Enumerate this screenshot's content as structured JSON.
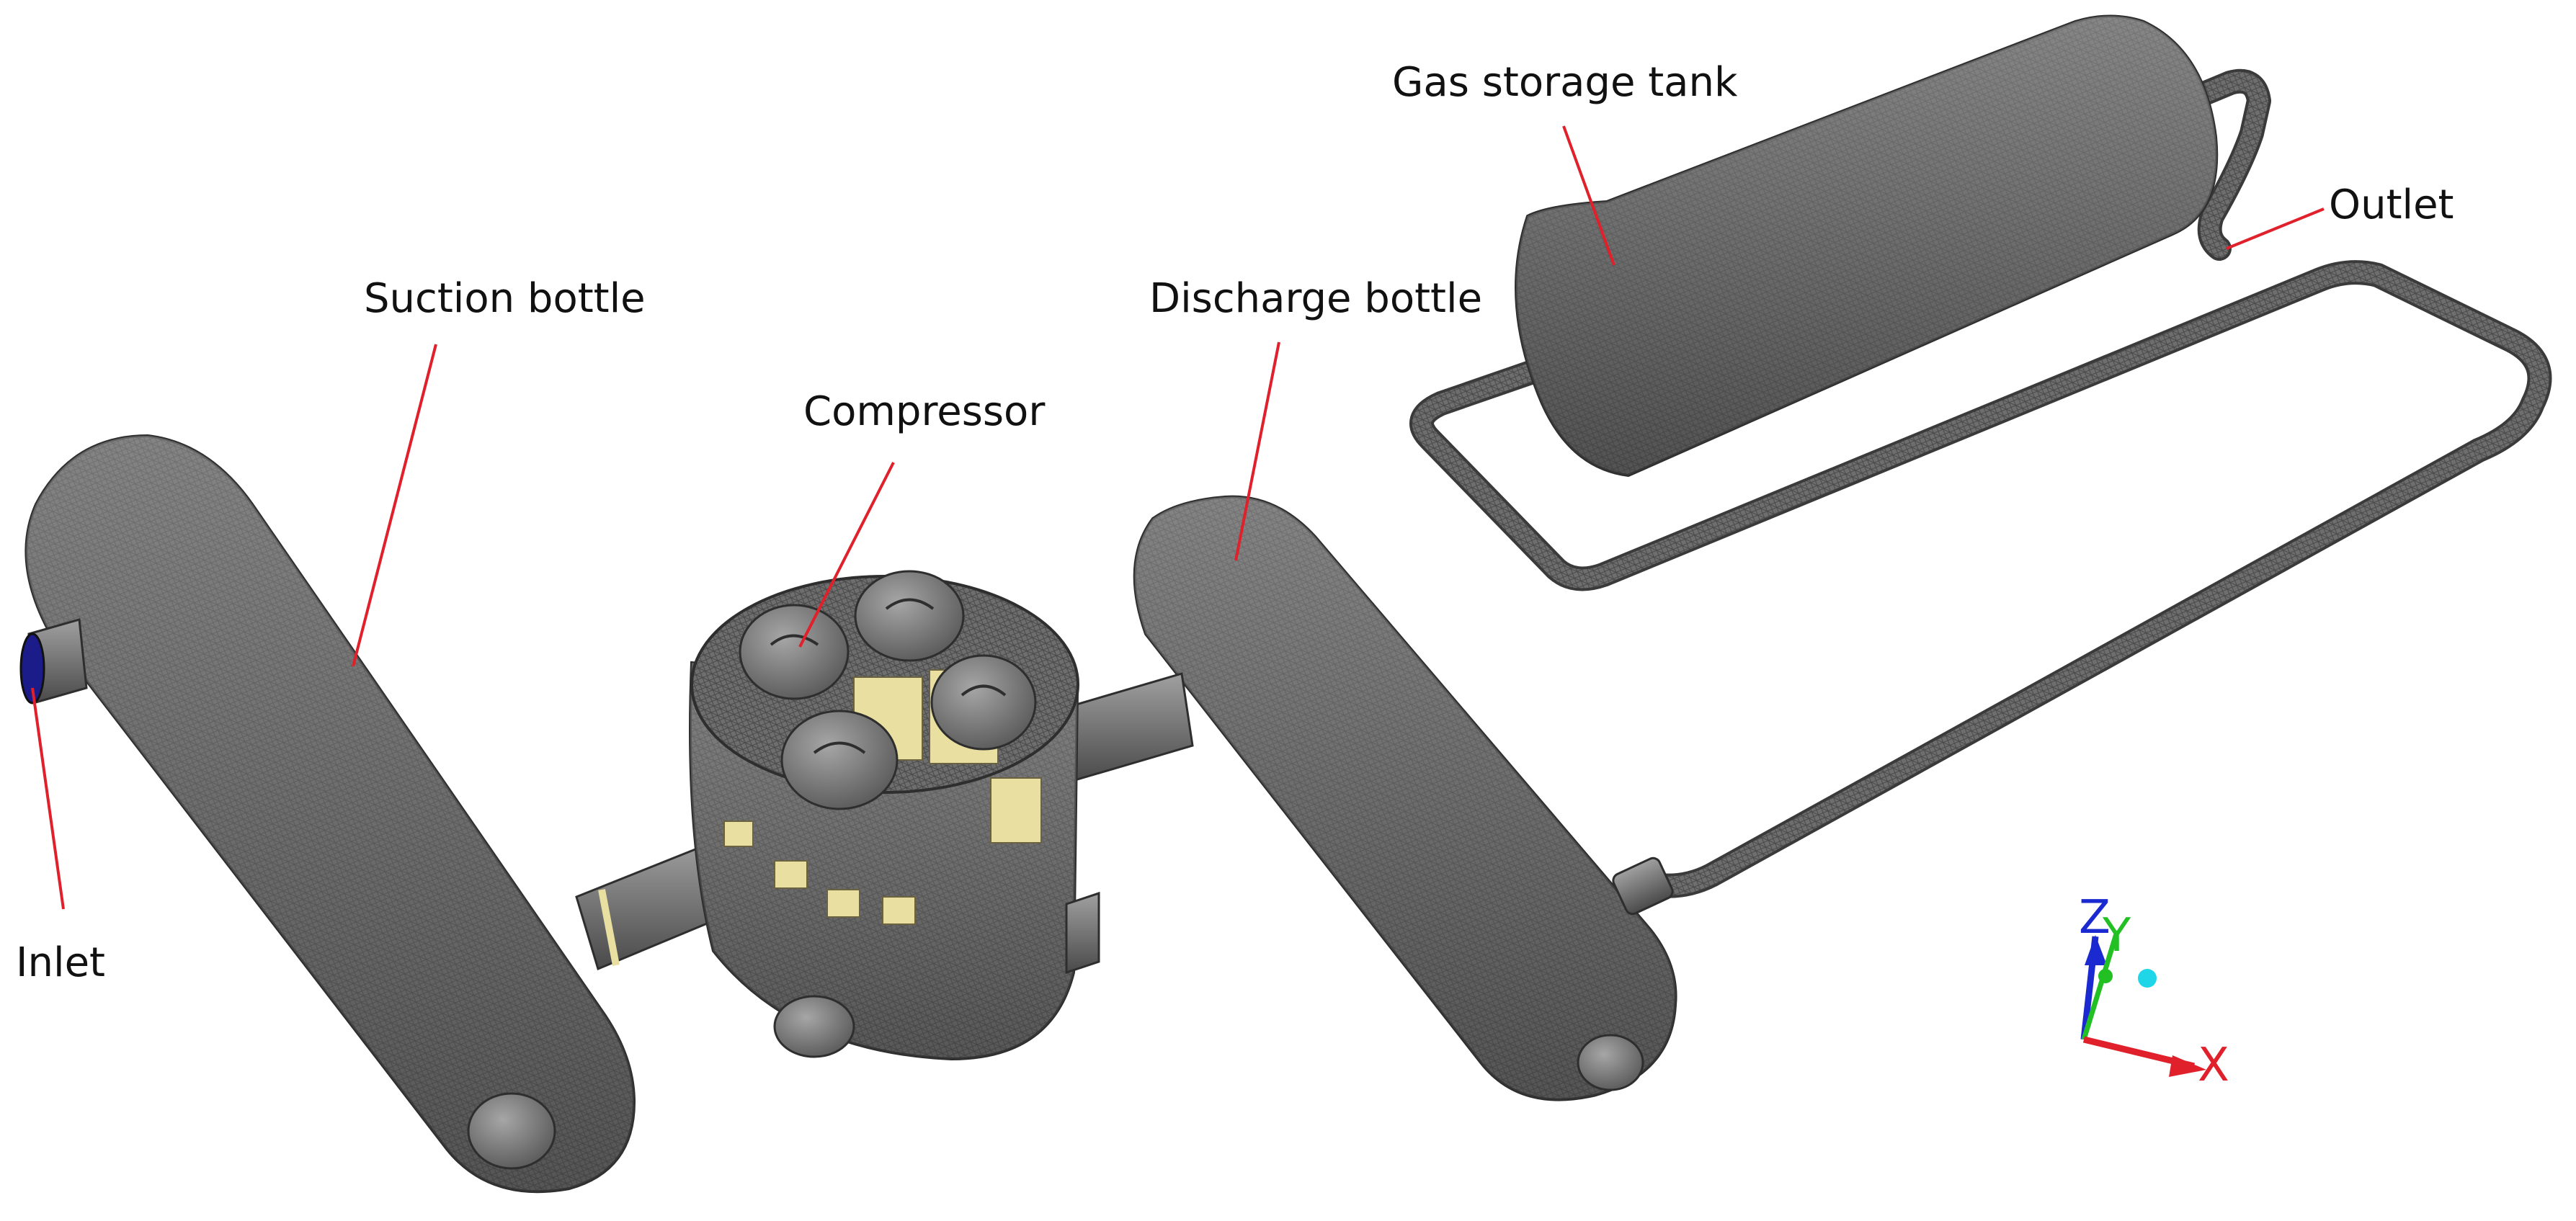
{
  "labels": {
    "gas_storage_tank": "Gas storage tank",
    "outlet": "Outlet",
    "suction_bottle": "Suction bottle",
    "discharge_bottle": "Discharge bottle",
    "compressor": "Compressor",
    "inlet": "Inlet"
  },
  "axes": {
    "z": "Z",
    "y": "Y",
    "x": "X"
  },
  "colors": {
    "background": "#ffffff",
    "mesh_gray": "#6e6e6e",
    "mesh_dark": "#3a3a3a",
    "mesh_highlight": "#a8a8a8",
    "interface_yellow": "#e8dfa0",
    "leader_line": "#e0202a",
    "axis_x": "#e0202a",
    "axis_y": "#22c022",
    "axis_z": "#1a2ad0",
    "axis_center": "#1fd6e8",
    "inlet_face": "#1b1b8a"
  }
}
